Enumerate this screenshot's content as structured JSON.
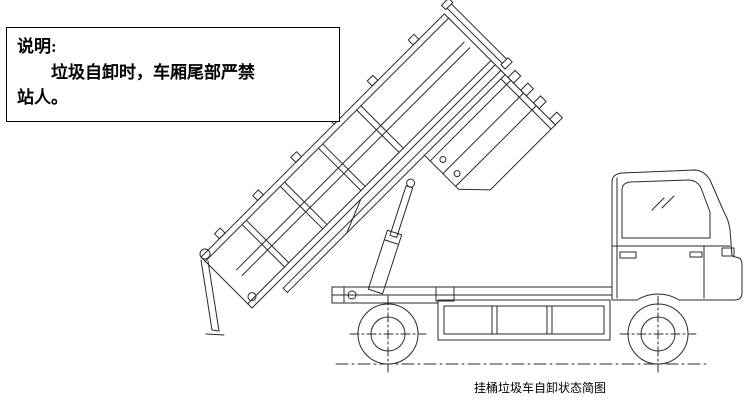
{
  "note": {
    "title": "说明:",
    "line1": "垃圾自卸时，车厢尾部严禁",
    "line2": "站人。"
  },
  "caption": "挂桶垃圾车自卸状态简图",
  "colors": {
    "background": "#ffffff",
    "line": "#2a2a2a",
    "note_border": "#000000"
  }
}
